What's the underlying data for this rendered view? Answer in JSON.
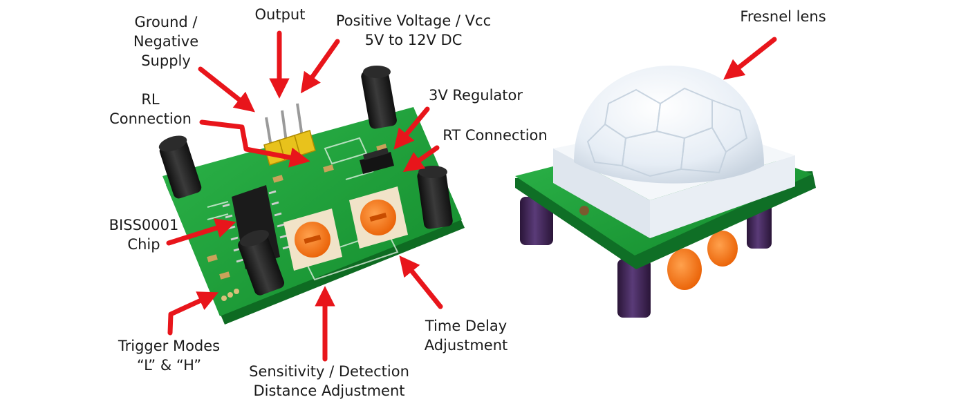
{
  "labels": {
    "ground": [
      "Ground /",
      "Negative",
      "Supply"
    ],
    "output": [
      "Output"
    ],
    "vcc": [
      "Positive Voltage / Vcc",
      "5V to 12V DC"
    ],
    "rl": [
      "RL",
      "Connection"
    ],
    "regulator": [
      "3V Regulator"
    ],
    "rt": [
      "RT Connection"
    ],
    "chip": [
      "BISS0001",
      "Chip"
    ],
    "trigger": [
      "Trigger Modes",
      "“L” & “H”"
    ],
    "sensitivity": [
      "Sensitivity / Detection",
      "Distance Adjustment"
    ],
    "time_delay": [
      "Time Delay",
      "Adjustment"
    ],
    "fresnel": [
      "Fresnel lens"
    ]
  },
  "colors": {
    "arrow": "#e8151b",
    "pcb": "#1f9a3a",
    "dome": "#eef3f8",
    "pot": "#ff7a1a",
    "capacitor": "#1c1c1c"
  }
}
